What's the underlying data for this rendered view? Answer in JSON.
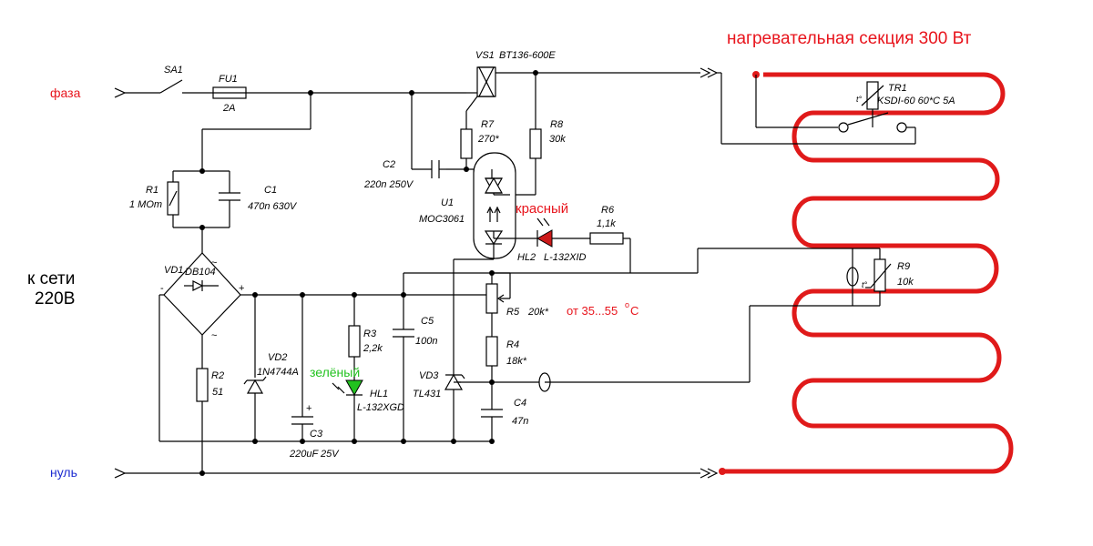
{
  "title": "нагревательная секция  300 Вт",
  "mains": {
    "phase": "фаза",
    "neutral": "нуль",
    "network_line1": "к сети",
    "network_line2": "220В"
  },
  "components": {
    "sa1": "SA1",
    "fu1": "FU1",
    "fu1_val": "2A",
    "vs1": "VS1",
    "vs1_val": "BT136-600E",
    "r7": "R7",
    "r7_val": "270*",
    "r8": "R8",
    "r8_val": "30k",
    "c2": "C2",
    "c2_val": "220n 250V",
    "u1": "U1",
    "u1_val": "MOC3061",
    "r1": "R1",
    "r1_val": "1 MOm",
    "c1": "C1",
    "c1_val": "470n 630V",
    "vd1": "VD1",
    "vd1_val": "DB104",
    "r2": "R2",
    "r2_val": "51",
    "vd2": "VD2",
    "vd2_val": "1N4744A",
    "c3": "C3",
    "c3_val": "220uF 25V",
    "r3": "R3",
    "r3_val": "2,2k",
    "hl1": "HL1",
    "hl1_val": "L-132XGD",
    "c5": "C5",
    "c5_val": "100n",
    "vd3": "VD3",
    "vd3_val": "TL431",
    "r5": "R5",
    "r5_val": "20k*",
    "r4": "R4",
    "r4_val": "18k*",
    "c4": "C4",
    "c4_val": "47n",
    "r6": "R6",
    "r6_val": "1,1k",
    "hl2": "HL2",
    "hl2_val": "L-132XID",
    "tr1": "TR1",
    "tr1_val": "KSDI-60 60*C 5A",
    "r9": "R9",
    "r9_val": "10k"
  },
  "annotations": {
    "red_led": "красный",
    "green_led": "зелёный",
    "temp_range": "от 35...55",
    "temp_unit": "C",
    "degree": "o",
    "minus": "-",
    "plus": "+",
    "ac": "~",
    "t_symbol": "t°"
  },
  "colors": {
    "heater": "#e01a1a",
    "red_text": "#e8141c",
    "green_led": "#22c21f",
    "blue_text": "#1c2bd0"
  }
}
